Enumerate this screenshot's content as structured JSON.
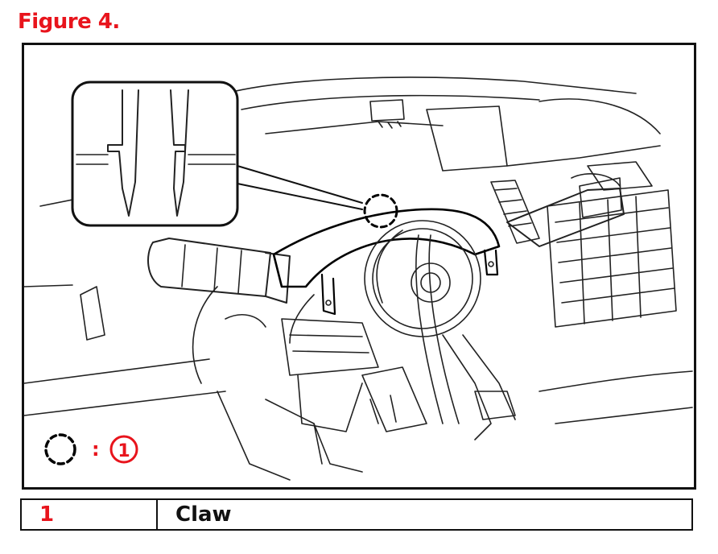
{
  "figure": {
    "title": "Figure 4."
  },
  "callout": {
    "symbol_marker": "1",
    "separator": ":"
  },
  "legend": {
    "rows": [
      {
        "number": "1",
        "description": "Claw"
      }
    ]
  },
  "colors": {
    "accent": "#e8141c",
    "line": "#111111"
  }
}
